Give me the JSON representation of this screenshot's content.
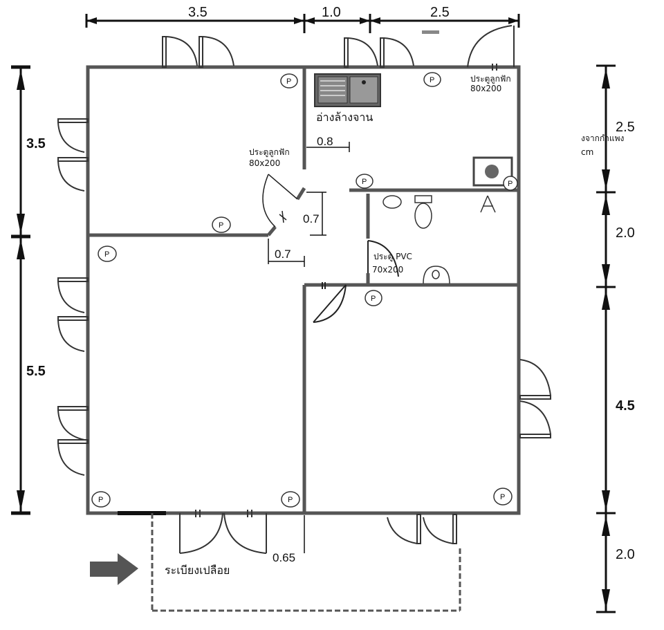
{
  "dimensions": {
    "top": [
      "3.5",
      "1.0",
      "2.5"
    ],
    "left": [
      "3.5",
      "5.5"
    ],
    "right": [
      "2.5",
      "2.0",
      "4.5",
      "2.0"
    ]
  },
  "inner_dims": {
    "d_08": "0.8",
    "d_07_v": "0.7",
    "d_07_h": "0.7",
    "d_065": "0.65"
  },
  "labels": {
    "sink": "อ่างล้างจาน",
    "door_kitchen": [
      "ประตูลูกฟัก",
      "80x200"
    ],
    "door_diagonal": [
      "ประตูลูกฟัก",
      "80x200"
    ],
    "door_pvc": [
      "ประตู PVC",
      "70x200"
    ],
    "veranda": "ระเบียงเปลือย",
    "side_note_1": "งจากกำแพง",
    "side_note_2": "cm"
  },
  "post_label": "P"
}
